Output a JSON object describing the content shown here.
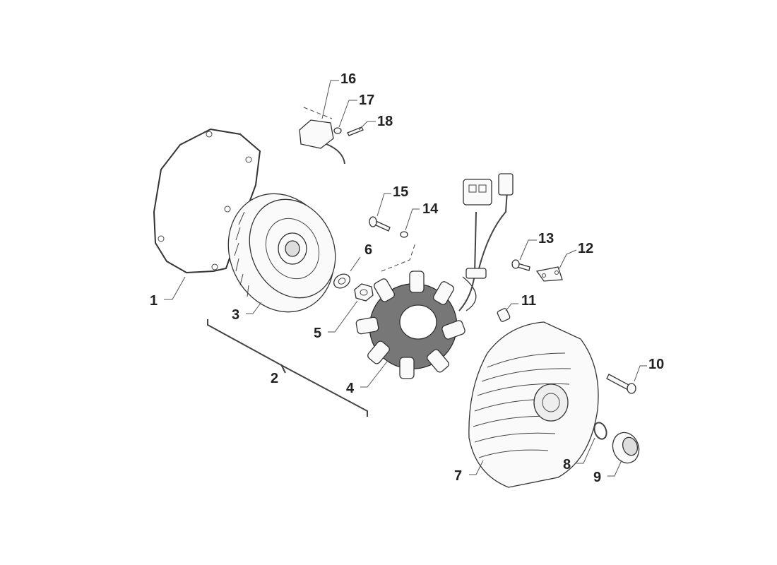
{
  "diagram": {
    "callouts": [
      {
        "id": "1",
        "text": "1"
      },
      {
        "id": "2",
        "text": "2"
      },
      {
        "id": "3",
        "text": "3"
      },
      {
        "id": "4",
        "text": "4"
      },
      {
        "id": "5",
        "text": "5"
      },
      {
        "id": "6",
        "text": "6"
      },
      {
        "id": "7",
        "text": "7"
      },
      {
        "id": "8",
        "text": "8"
      },
      {
        "id": "9",
        "text": "9"
      },
      {
        "id": "10",
        "text": "10"
      },
      {
        "id": "11",
        "text": "11"
      },
      {
        "id": "12",
        "text": "12"
      },
      {
        "id": "13",
        "text": "13"
      },
      {
        "id": "14",
        "text": "14"
      },
      {
        "id": "15",
        "text": "15"
      },
      {
        "id": "16",
        "text": "16"
      },
      {
        "id": "17",
        "text": "17"
      },
      {
        "id": "18",
        "text": "18"
      }
    ]
  },
  "colors": {
    "line": "#333333",
    "text": "#222222",
    "background": "#ffffff"
  }
}
